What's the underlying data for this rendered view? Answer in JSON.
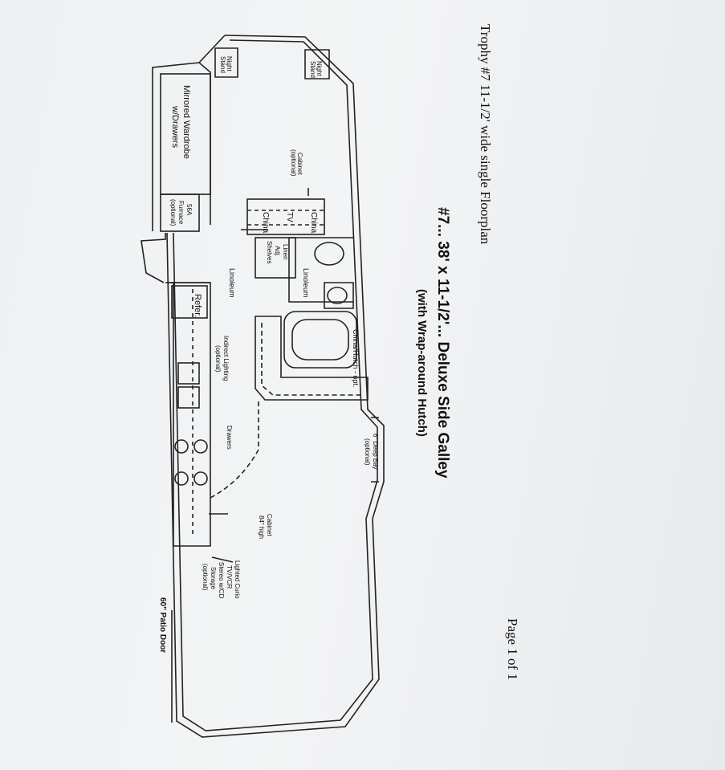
{
  "header": {
    "left_title": "Trophy #7 11-1/2' wide single Floorplan",
    "page_label": "Page 1 of 1"
  },
  "plan": {
    "title": "#7... 38' x 11-1/2'... Deluxe Side Galley",
    "subtitle": "(with Wrap-around Hutch)",
    "labels": {
      "night_stand_left_1": "Night",
      "night_stand_left_2": "Stand",
      "night_stand_right_1": "Night",
      "night_stand_right_2": "Stand",
      "wardrobe_1": "Mirrored Wardrobe",
      "wardrobe_2": "w/Drawers",
      "furnace_1": "56A",
      "furnace_2": "Furnace",
      "furnace_3": "(optional)",
      "cabinet_opt_1": "Cabinet",
      "cabinet_opt_2": "(optional)",
      "china_1": "China",
      "tv": "TV",
      "china_2": "China",
      "linen_1": "Linen",
      "linen_2": "Adj.",
      "linen_3": "Shelves",
      "linoleum_bath": "Linoleum",
      "linoleum_hall": "Linoleum",
      "refer": "Refer.",
      "china_hutch": "China/Hutch - opt.",
      "indirect_1": "Indirect Lighting",
      "indirect_2": "(optional)",
      "drawers": "Drawers",
      "bay_1": "6\" Deep Bay",
      "bay_2": "(optional)",
      "cabinet84_1": "Cabinet",
      "cabinet84_2": "84\" high",
      "curio_1": "Lighted Curio",
      "curio_2": "TV/VCR",
      "curio_3": "Stereo w/CD",
      "curio_4": "Storage",
      "curio_5": "(optional)",
      "patio": "60\" Patio Door"
    }
  }
}
